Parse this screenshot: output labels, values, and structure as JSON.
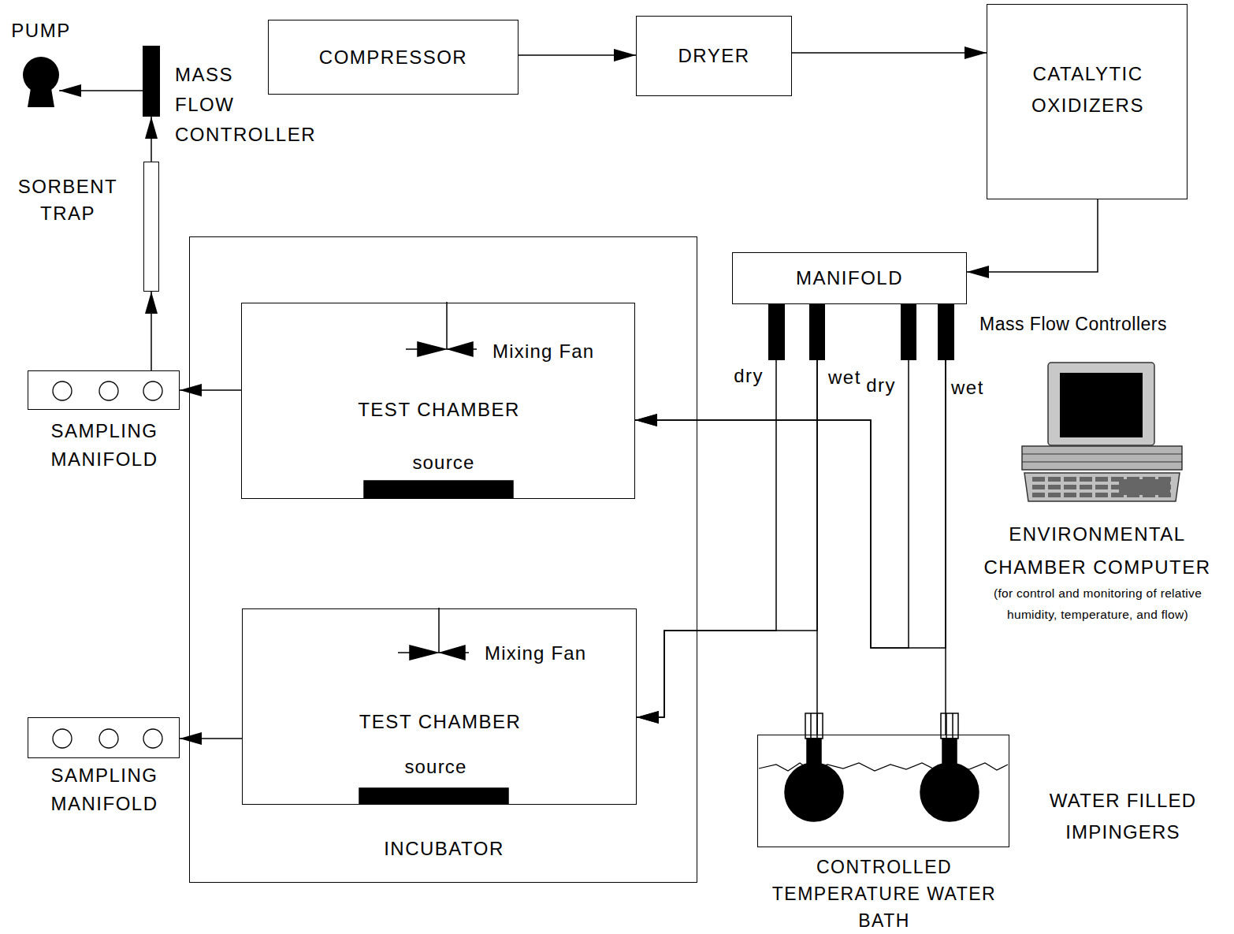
{
  "diagram": {
    "nodes": [
      {
        "text": [
          "PUMP"
        ]
      },
      {
        "text": [
          "MASS FLOW CONTROLLER"
        ]
      },
      {
        "text": [
          "COMPRESSOR"
        ]
      },
      {
        "text": [
          "DRYER"
        ]
      },
      {
        "text": [
          "CATALYTIC OXIDIZERS"
        ]
      },
      {
        "text": [
          "SORBENT TRAP"
        ]
      },
      {
        "text": [
          "INCUBATOR"
        ]
      },
      {
        "text": [
          "TEST CHAMBER"
        ],
        "in": 6
      },
      {
        "text": [
          "MANIFOLD"
        ]
      },
      {
        "text": [
          "dry"
        ]
      },
      {
        "text": [
          "wet"
        ]
      },
      {
        "text": [
          "dry"
        ]
      },
      {
        "text": [
          "wet"
        ]
      },
      {
        "text": [
          "SAMPLING MANIFOLD"
        ]
      },
      {
        "text": [
          "ENVIRONMENTAL CHAMBER COMPUTER",
          "(for control and monitoring of relative humidity, temperature, and flow)"
        ]
      },
      {
        "text": [
          "TEST CHAMBER"
        ],
        "in": 6
      },
      {
        "text": [
          "SAMPLING MANIFOLD"
        ]
      },
      {
        "text": [
          "CONTROLLED TEMPERATURE WATER BATH"
        ]
      }
    ],
    "edges": [
      {
        "from": 1,
        "to": 0,
        "arrow": "to"
      },
      {
        "from": 5,
        "to": 1,
        "arrow": "to"
      },
      {
        "from": 2,
        "to": 3,
        "arrow": "to"
      },
      {
        "from": 3,
        "to": 4,
        "arrow": "to"
      },
      {
        "from": 4,
        "to": 8,
        "arrow": "to"
      },
      {
        "from": 9,
        "to": 15,
        "arrow": "to"
      },
      {
        "from": 10,
        "to": 15,
        "arrow": "to"
      },
      {
        "from": 10,
        "to": 17,
        "arrow": "none"
      },
      {
        "from": 11,
        "to": 7,
        "arrow": "to"
      },
      {
        "from": 12,
        "to": 7,
        "arrow": "to"
      },
      {
        "from": 12,
        "to": 17,
        "arrow": "none"
      },
      {
        "from": 7,
        "to": 13,
        "arrow": "to"
      },
      {
        "from": 15,
        "to": 16,
        "arrow": "to"
      },
      {
        "from": 13,
        "to": 5,
        "arrow": "to"
      }
    ],
    "labels": [
      "Mixing Fan",
      "source",
      "Mixing Fan",
      "source",
      "Mass Flow Controllers",
      "WATER FILLED IMPINGERS"
    ]
  }
}
